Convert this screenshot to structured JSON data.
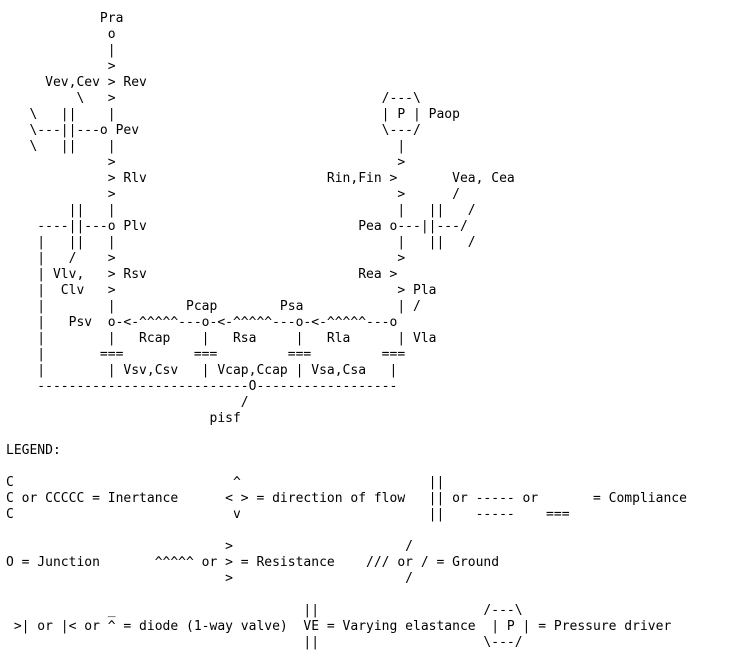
{
  "diagram": {
    "text_color": "#000000",
    "background_color": "#ffffff",
    "lines": [
      "            Pra",
      "             o",
      "             |",
      "             >",
      "     Vev,Cev > Rev",
      "         \\   >                                  /---\\",
      "   \\   ||    |                                  | P | Paop",
      "   \\---||---o Pev                               \\---/",
      "   \\   ||    |                                    |",
      "             >                                    >",
      "             > Rlv                       Rin,Fin >       Vea, Cea",
      "             >                                    >      /",
      "        ||   |                                    |   ||   /",
      "    ----||---o Plv                           Pea o---||---/",
      "    |   ||   |                                    |   ||   /",
      "    |   /    >                                    >",
      "    | Vlv,   > Rsv                           Rea >",
      "    |  Clv   >                                    > Pla",
      "    |        |         Pcap        Psa            | /",
      "    |   Psv  o-<-^^^^^---o-<-^^^^^---o-<-^^^^^---o",
      "    |        |   Rcap    |   Rsa     |   Rla      | Vla",
      "    |       ===         ===         ===         ===",
      "    |        | Vsv,Csv   | Vcap,Ccap | Vsa,Csa   |",
      "    ---------------------------O------------------",
      "                              /",
      "                          pisf",
      "",
      "LEGEND:",
      "",
      "C                            ^                        ||",
      "C or CCCCC = Inertance      < > = direction of flow   || or ----- or       = Compliance",
      "C                            v                        ||    -----    ===",
      "",
      "                            >                      /",
      "O = Junction       ^^^^^ or > = Resistance    /// or / = Ground",
      "                            >                      /",
      "",
      "             _                        ||                     /---\\",
      " >| or |< or ^ = diode (1-way valve)  VE = Varying elastance  | P | = Pressure driver",
      "                                      ||                     \\---/"
    ]
  }
}
